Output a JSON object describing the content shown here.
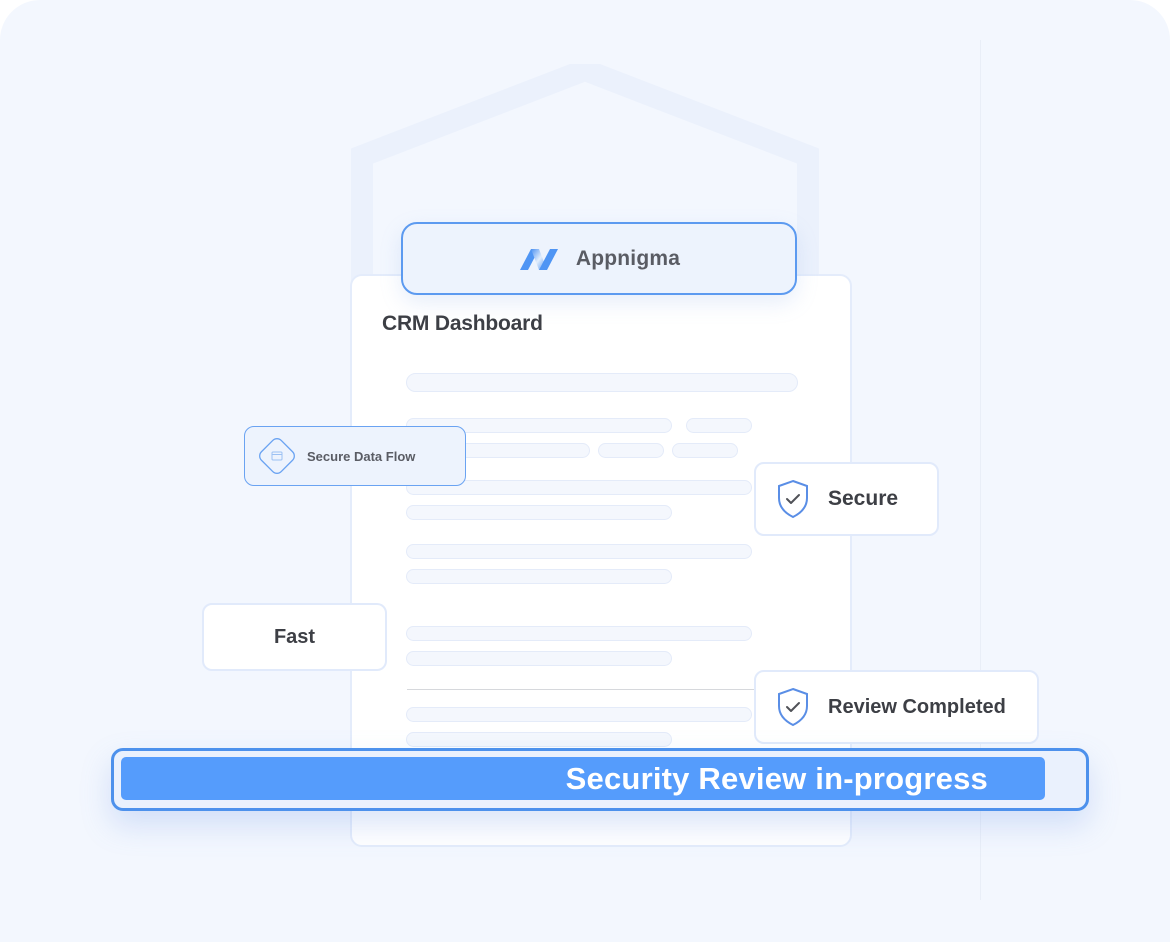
{
  "brand": {
    "name": "Appnigma",
    "logo_icon": "appnigma-logo-icon",
    "accent_color": "#4d91ec"
  },
  "document": {
    "title": "CRM Dashboard",
    "placeholder_lines": 14
  },
  "chips": {
    "secure_data_flow": {
      "label": "Secure Data Flow",
      "icon": "window-diamond-icon"
    },
    "secure": {
      "label": "Secure",
      "icon": "shield-check-icon"
    },
    "fast": {
      "label": "Fast"
    },
    "review_completed": {
      "label": "Review Completed",
      "icon": "shield-check-icon"
    }
  },
  "progress": {
    "label": "Security Review in-progress",
    "fill_color": "#559cfc",
    "border_color": "#4d91ec"
  },
  "colors": {
    "background": "#f3f7fe",
    "text_dark": "#3d3f45",
    "text_muted": "#5a5c64",
    "card_border": "#e1eafb"
  }
}
